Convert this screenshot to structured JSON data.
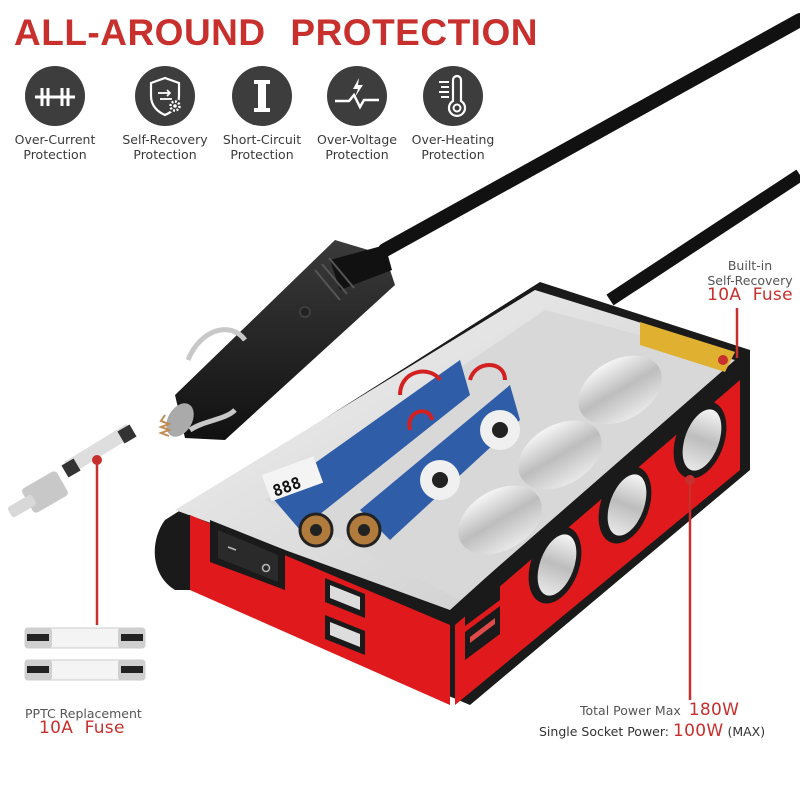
{
  "header": {
    "title": "ALL-AROUND  PROTECTION",
    "title_color": "#c8302e"
  },
  "features": [
    {
      "icon": "over-current-icon",
      "line1": "Over-Current",
      "line2": "Protection"
    },
    {
      "icon": "self-recovery-shield-icon",
      "line1": "Self-Recovery",
      "line2": "Protection"
    },
    {
      "icon": "short-circuit-icon",
      "line1": "Short-Circuit",
      "line2": "Protection"
    },
    {
      "icon": "over-voltage-icon",
      "line1": "Over-Voltage",
      "line2": "Protection"
    },
    {
      "icon": "over-heating-thermometer-icon",
      "line1": "Over-Heating",
      "line2": "Protection"
    }
  ],
  "callouts": {
    "builtin_fuse": {
      "line1": "Built-in",
      "line2": "Self-Recovery",
      "value": "10A  Fuse"
    },
    "replacement_fuse": {
      "line1": "PPTC Replacement",
      "value": "10A  Fuse"
    },
    "power": {
      "total_label": "Total Power Max",
      "total_value": "180W",
      "single_label": "Single Socket Power:",
      "single_value": "100W",
      "single_suffix": "(MAX)"
    }
  },
  "product": {
    "name": "3-socket car cigarette lighter splitter with USB ports",
    "body_color": "#e0191c",
    "display_digits": "888"
  },
  "colors": {
    "accent_red": "#c8302e",
    "icon_bg": "#3d3d3d",
    "text_gray": "#3a3a3a"
  }
}
